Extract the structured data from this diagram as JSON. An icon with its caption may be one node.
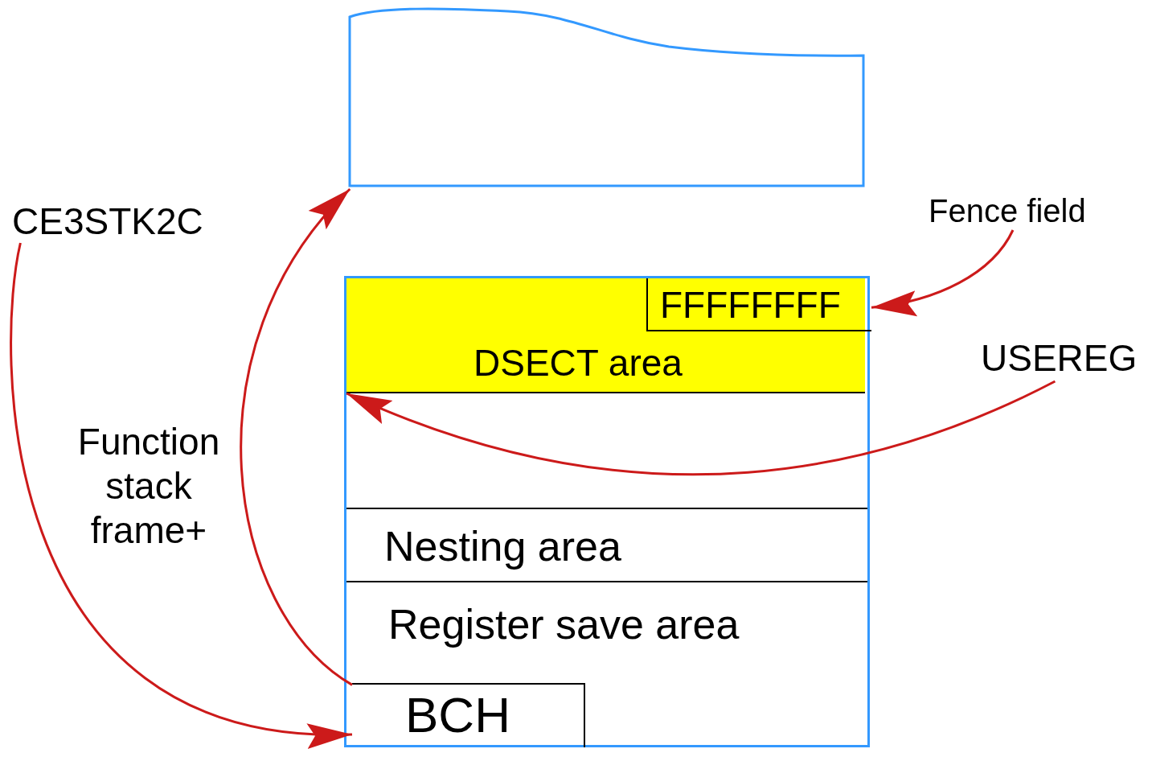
{
  "diagram": {
    "nodes": [
      {
        "text": [
          "CE3STK2C"
        ]
      },
      {
        "text": [],
        "shape": "box"
      },
      {
        "text": [],
        "shape": "box"
      },
      {
        "text": [
          "DSECT area"
        ],
        "in": 2
      },
      {
        "text": [
          "FFFFFFFF"
        ],
        "in": 3
      },
      {
        "text": [],
        "shape": "box",
        "in": 2
      },
      {
        "text": [
          "Nesting area"
        ],
        "in": 2
      },
      {
        "text": [
          "Register save area"
        ],
        "in": 2
      },
      {
        "text": [
          "BCH"
        ],
        "in": 2
      },
      {
        "text": [
          "Fence field"
        ]
      },
      {
        "text": [
          "USEREG"
        ]
      }
    ],
    "edges": [
      {
        "from": 0,
        "to": 8,
        "arrow": "to"
      },
      {
        "from": 8,
        "to": 1,
        "arrow": "to"
      },
      {
        "from": 9,
        "to": 4,
        "arrow": "to"
      },
      {
        "from": 10,
        "to": 5,
        "arrow": "to"
      }
    ],
    "labels": [
      "Function stack frame+"
    ]
  }
}
